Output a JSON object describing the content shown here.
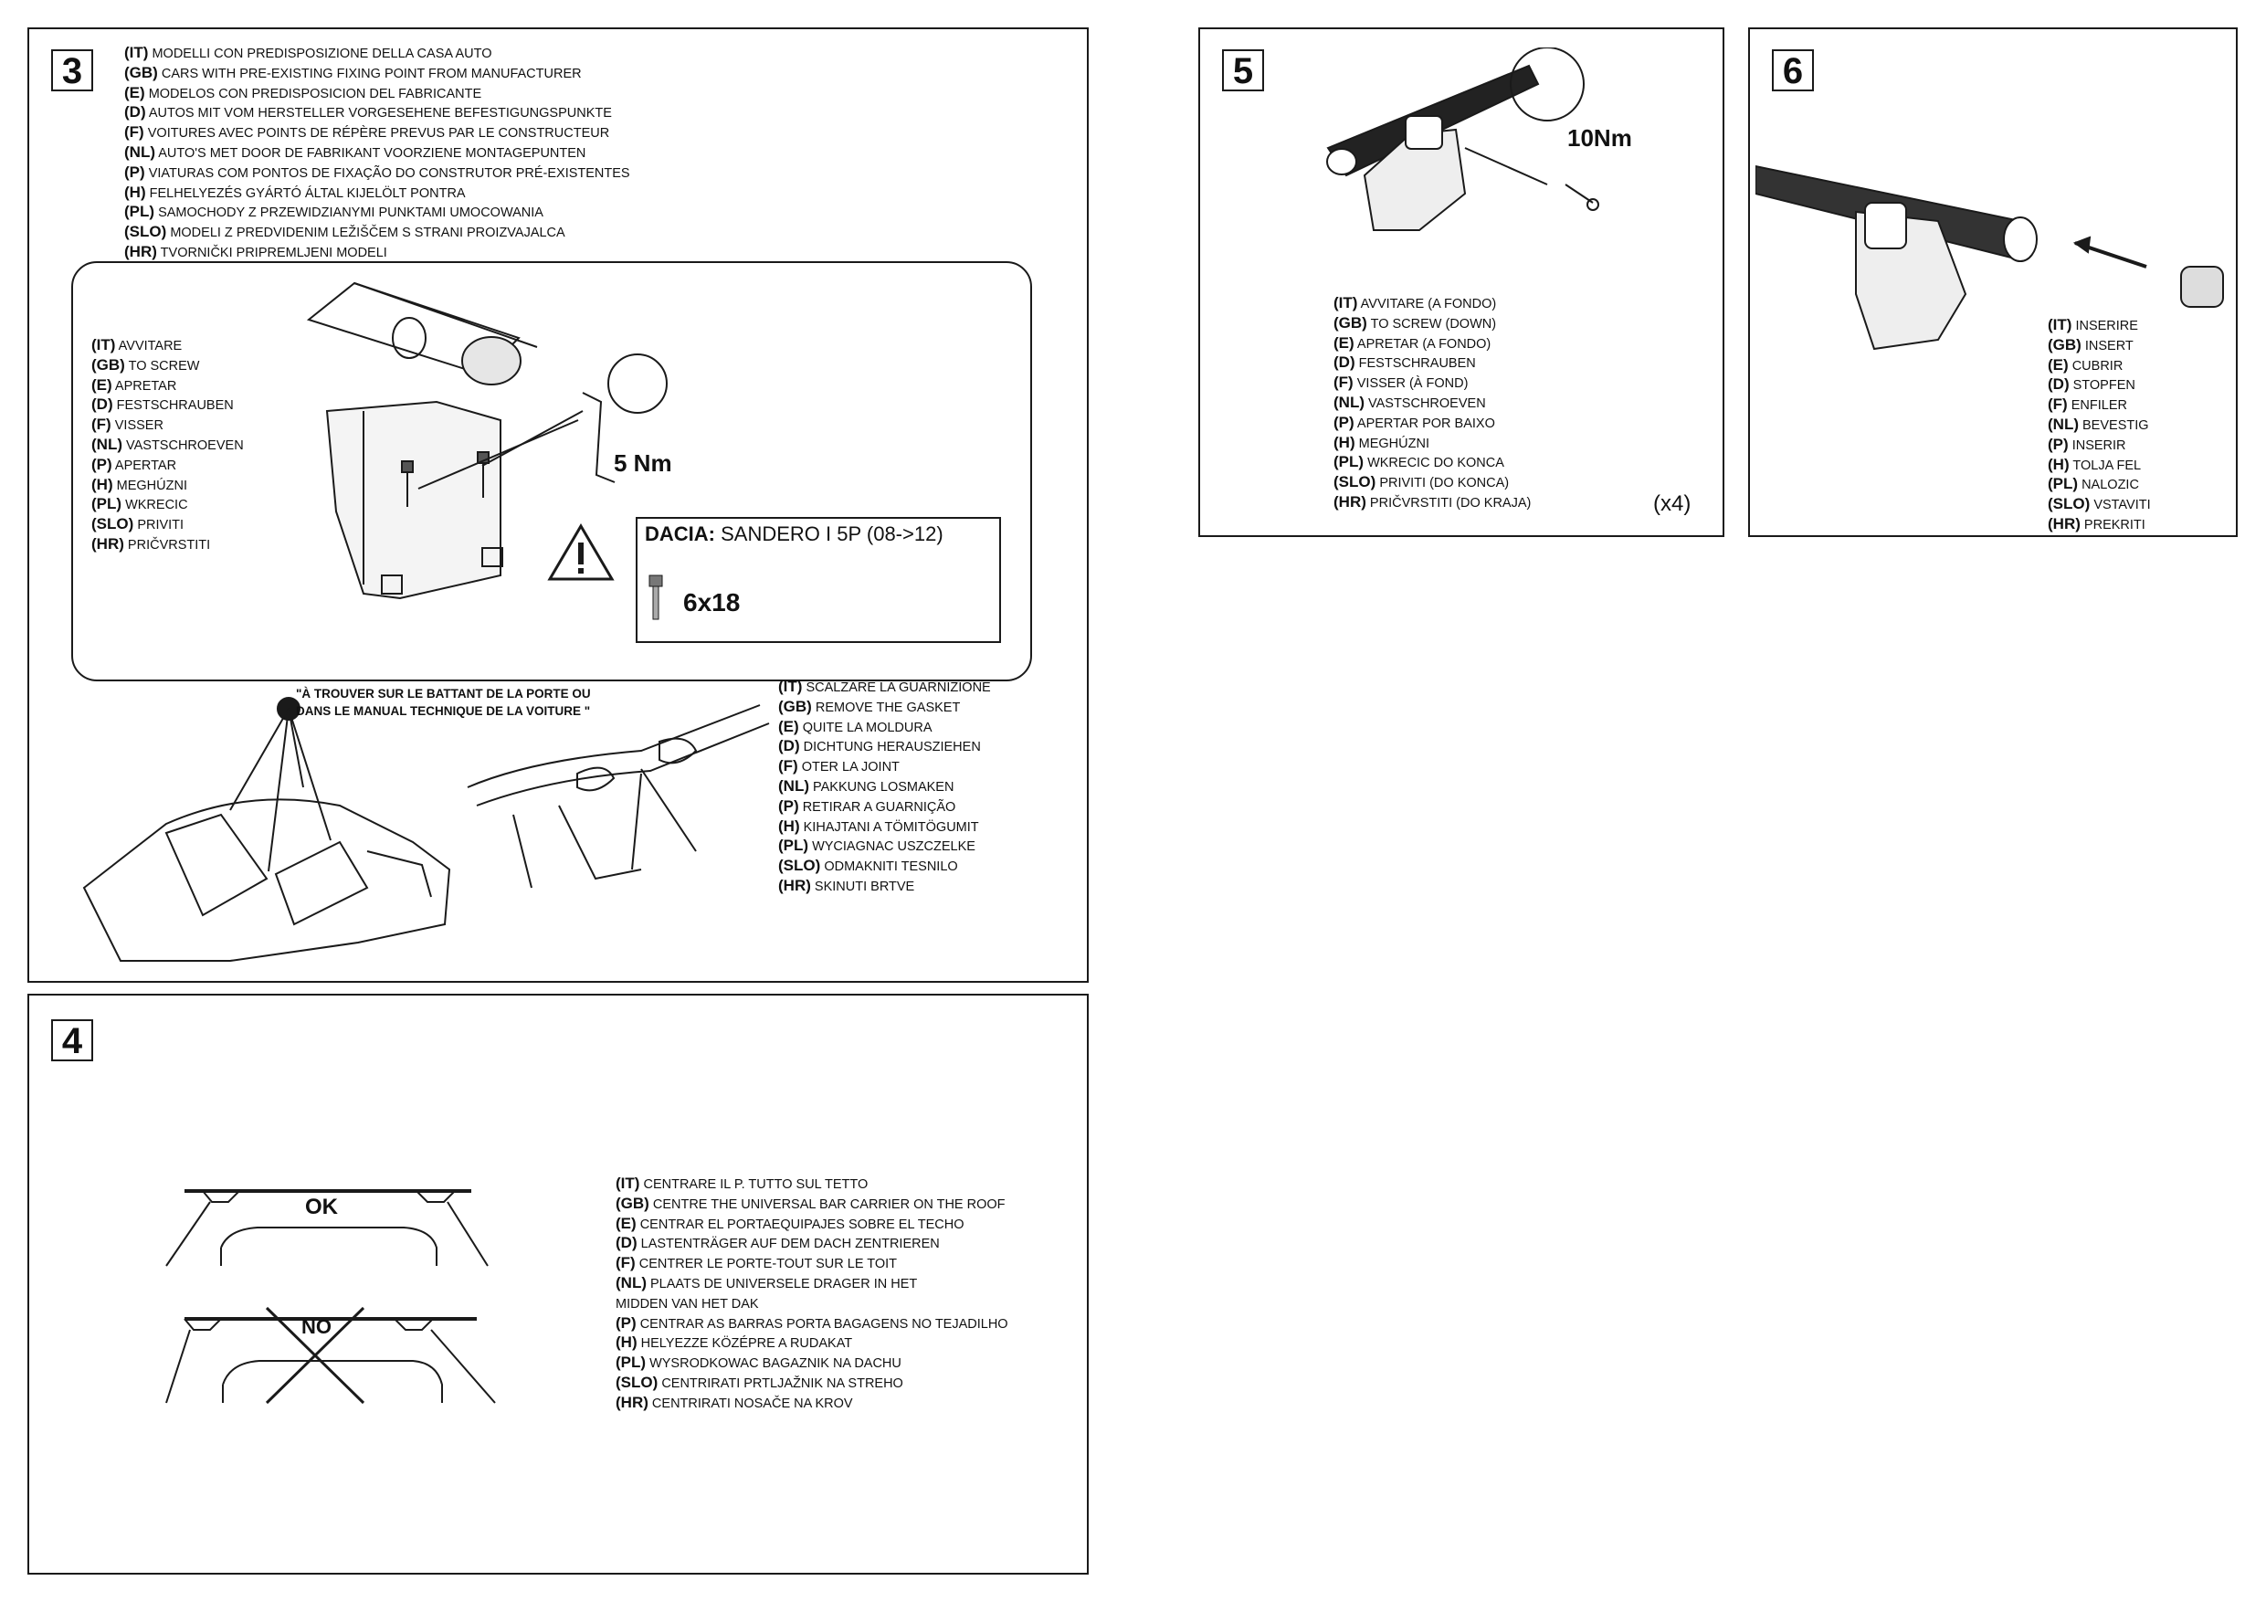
{
  "step3": {
    "number": "3",
    "intro": [
      {
        "code": "(IT)",
        "text": "MODELLI CON PREDISPOSIZIONE DELLA CASA AUTO"
      },
      {
        "code": "(GB)",
        "text": "CARS WITH PRE-EXISTING FIXING POINT FROM MANUFACTURER"
      },
      {
        "code": "(E)",
        "text": "MODELOS CON PREDISPOSICION DEL FABRICANTE"
      },
      {
        "code": "(D)",
        "text": "AUTOS MIT VOM HERSTELLER VORGESEHENE BEFESTIGUNGSPUNKTE"
      },
      {
        "code": "(F)",
        "text": "VOITURES AVEC POINTS DE RÉPÈRE PREVUS PAR LE CONSTRUCTEUR"
      },
      {
        "code": "(NL)",
        "text": "AUTO'S MET DOOR DE FABRIKANT VOORZIENE MONTAGEPUNTEN"
      },
      {
        "code": "(P)",
        "text": "VIATURAS COM  PONTOS DE FIXAÇÃO DO CONSTRUTOR PRÉ-EXISTENTES"
      },
      {
        "code": "(H)",
        "text": "FELHELYEZÉS GYÁRTÓ ÁLTAL KIJELÖLT PONTRA"
      },
      {
        "code": "(PL)",
        "text": "SAMOCHODY Z PRZEWIDZIANYMI PUNKTAMI UMOCOWANIA"
      },
      {
        "code": "(SLO)",
        "text": "MODELI Z PREDVIDENIM LEŽIŠČEM S STRANI PROIZVAJALCA"
      },
      {
        "code": "(HR)",
        "text": "TVORNIČKI PRIPREMLJENI MODELI"
      }
    ],
    "screw": [
      {
        "code": "(IT)",
        "text": "AVVITARE"
      },
      {
        "code": "(GB)",
        "text": "TO SCREW"
      },
      {
        "code": "(E)",
        "text": "APRETAR"
      },
      {
        "code": "(D)",
        "text": "FESTSCHRAUBEN"
      },
      {
        "code": "(F)",
        "text": "VISSER"
      },
      {
        "code": "(NL)",
        "text": "VASTSCHROEVEN"
      },
      {
        "code": "(P)",
        "text": "APERTAR"
      },
      {
        "code": "(H)",
        "text": "MEGHÚZNI"
      },
      {
        "code": "(PL)",
        "text": "WKRECIC"
      },
      {
        "code": "(SLO)",
        "text": "PRIVITI"
      },
      {
        "code": "(HR)",
        "text": "PRIČVRSTITI"
      }
    ],
    "torque": "5 Nm",
    "vehicle_brand": "DACIA:",
    "vehicle_model": "SANDERO I 5P (08->12)",
    "bolt_size": "6x18",
    "note_line1": "\"À TROUVER SUR LE BATTANT DE LA PORTE OU",
    "note_line2": "DANS LE MANUAL TECHNIQUE DE LA VOITURE \"",
    "gasket": [
      {
        "code": "(IT)",
        "text": "SCALZARE LA GUARNIZIONE"
      },
      {
        "code": "(GB)",
        "text": "REMOVE THE GASKET"
      },
      {
        "code": "(E)",
        "text": "QUITE LA MOLDURA"
      },
      {
        "code": "(D)",
        "text": "DICHTUNG HERAUSZIEHEN"
      },
      {
        "code": "(F)",
        "text": "OTER LA JOINT"
      },
      {
        "code": "(NL)",
        "text": "PAKKUNG LOSMAKEN"
      },
      {
        "code": "(P)",
        "text": "RETIRAR A GUARNIÇÃO"
      },
      {
        "code": "(H)",
        "text": "KIHAJTANI A TÖMITÖGUMIT"
      },
      {
        "code": "(PL)",
        "text": "WYCIAGNAC USZCZELKE"
      },
      {
        "code": "(SLO)",
        "text": "ODMAKNITI TESNILO"
      },
      {
        "code": "(HR)",
        "text": "SKINUTI BRTVE"
      }
    ]
  },
  "step4": {
    "number": "4",
    "ok_label": "OK",
    "no_label": "NO",
    "center": [
      {
        "code": "(IT)",
        "text": "CENTRARE IL P. TUTTO SUL TETTO"
      },
      {
        "code": "(GB)",
        "text": "CENTRE THE UNIVERSAL BAR CARRIER ON THE ROOF"
      },
      {
        "code": "(E)",
        "text": "CENTRAR EL PORTAEQUIPAJES SOBRE EL TECHO"
      },
      {
        "code": "(D)",
        "text": "LASTENTRÄGER AUF DEM DACH ZENTRIEREN"
      },
      {
        "code": "(F)",
        "text": "CENTRER LE PORTE-TOUT SUR LE TOIT"
      },
      {
        "code": "(NL)",
        "text": "PLAATS DE UNIVERSELE DRAGER IN HET"
      },
      {
        "code": "",
        "text": "MIDDEN VAN HET DAK"
      },
      {
        "code": "(P)",
        "text": "CENTRAR AS BARRAS PORTA BAGAGENS NO TEJADILHO"
      },
      {
        "code": "(H)",
        "text": "HELYEZZE KÖZÉPRE A RUDAKAT"
      },
      {
        "code": "(PL)",
        "text": "WYSRODKOWAC BAGAZNIK NA DACHU"
      },
      {
        "code": "(SLO)",
        "text": "CENTRIRATI PRTLJAŽNIK NA STREHO"
      },
      {
        "code": "(HR)",
        "text": "CENTRIRATI NOSAČE NA KROV"
      }
    ]
  },
  "step5": {
    "number": "5",
    "torque": "10Nm",
    "count": "(x4)",
    "screw": [
      {
        "code": "(IT)",
        "text": "AVVITARE (A FONDO)"
      },
      {
        "code": "(GB)",
        "text": "TO SCREW (DOWN)"
      },
      {
        "code": "(E)",
        "text": "APRETAR (A FONDO)"
      },
      {
        "code": "(D)",
        "text": "FESTSCHRAUBEN"
      },
      {
        "code": "(F)",
        "text": "VISSER (À FOND)"
      },
      {
        "code": "(NL)",
        "text": "VASTSCHROEVEN"
      },
      {
        "code": "(P)",
        "text": "APERTAR POR BAIXO"
      },
      {
        "code": "(H)",
        "text": "MEGHÚZNI"
      },
      {
        "code": "(PL)",
        "text": "WKRECIC DO KONCA"
      },
      {
        "code": "(SLO)",
        "text": "PRIVITI (DO KONCA)"
      },
      {
        "code": "(HR)",
        "text": "PRIČVRSTITI (DO KRAJA)"
      }
    ]
  },
  "step6": {
    "number": "6",
    "insert": [
      {
        "code": "(IT)",
        "text": "INSERIRE"
      },
      {
        "code": "(GB)",
        "text": "INSERT"
      },
      {
        "code": "(E)",
        "text": "CUBRIR"
      },
      {
        "code": "(D)",
        "text": "STOPFEN"
      },
      {
        "code": "(F)",
        "text": "ENFILER"
      },
      {
        "code": "(NL)",
        "text": "BEVESTIG"
      },
      {
        "code": "(P)",
        "text": "INSERIR"
      },
      {
        "code": "(H)",
        "text": "TOLJA  FEL"
      },
      {
        "code": "(PL)",
        "text": "NALOZIC"
      },
      {
        "code": "(SLO)",
        "text": "VSTAVITI"
      },
      {
        "code": "(HR)",
        "text": "PREKRITI"
      }
    ]
  }
}
